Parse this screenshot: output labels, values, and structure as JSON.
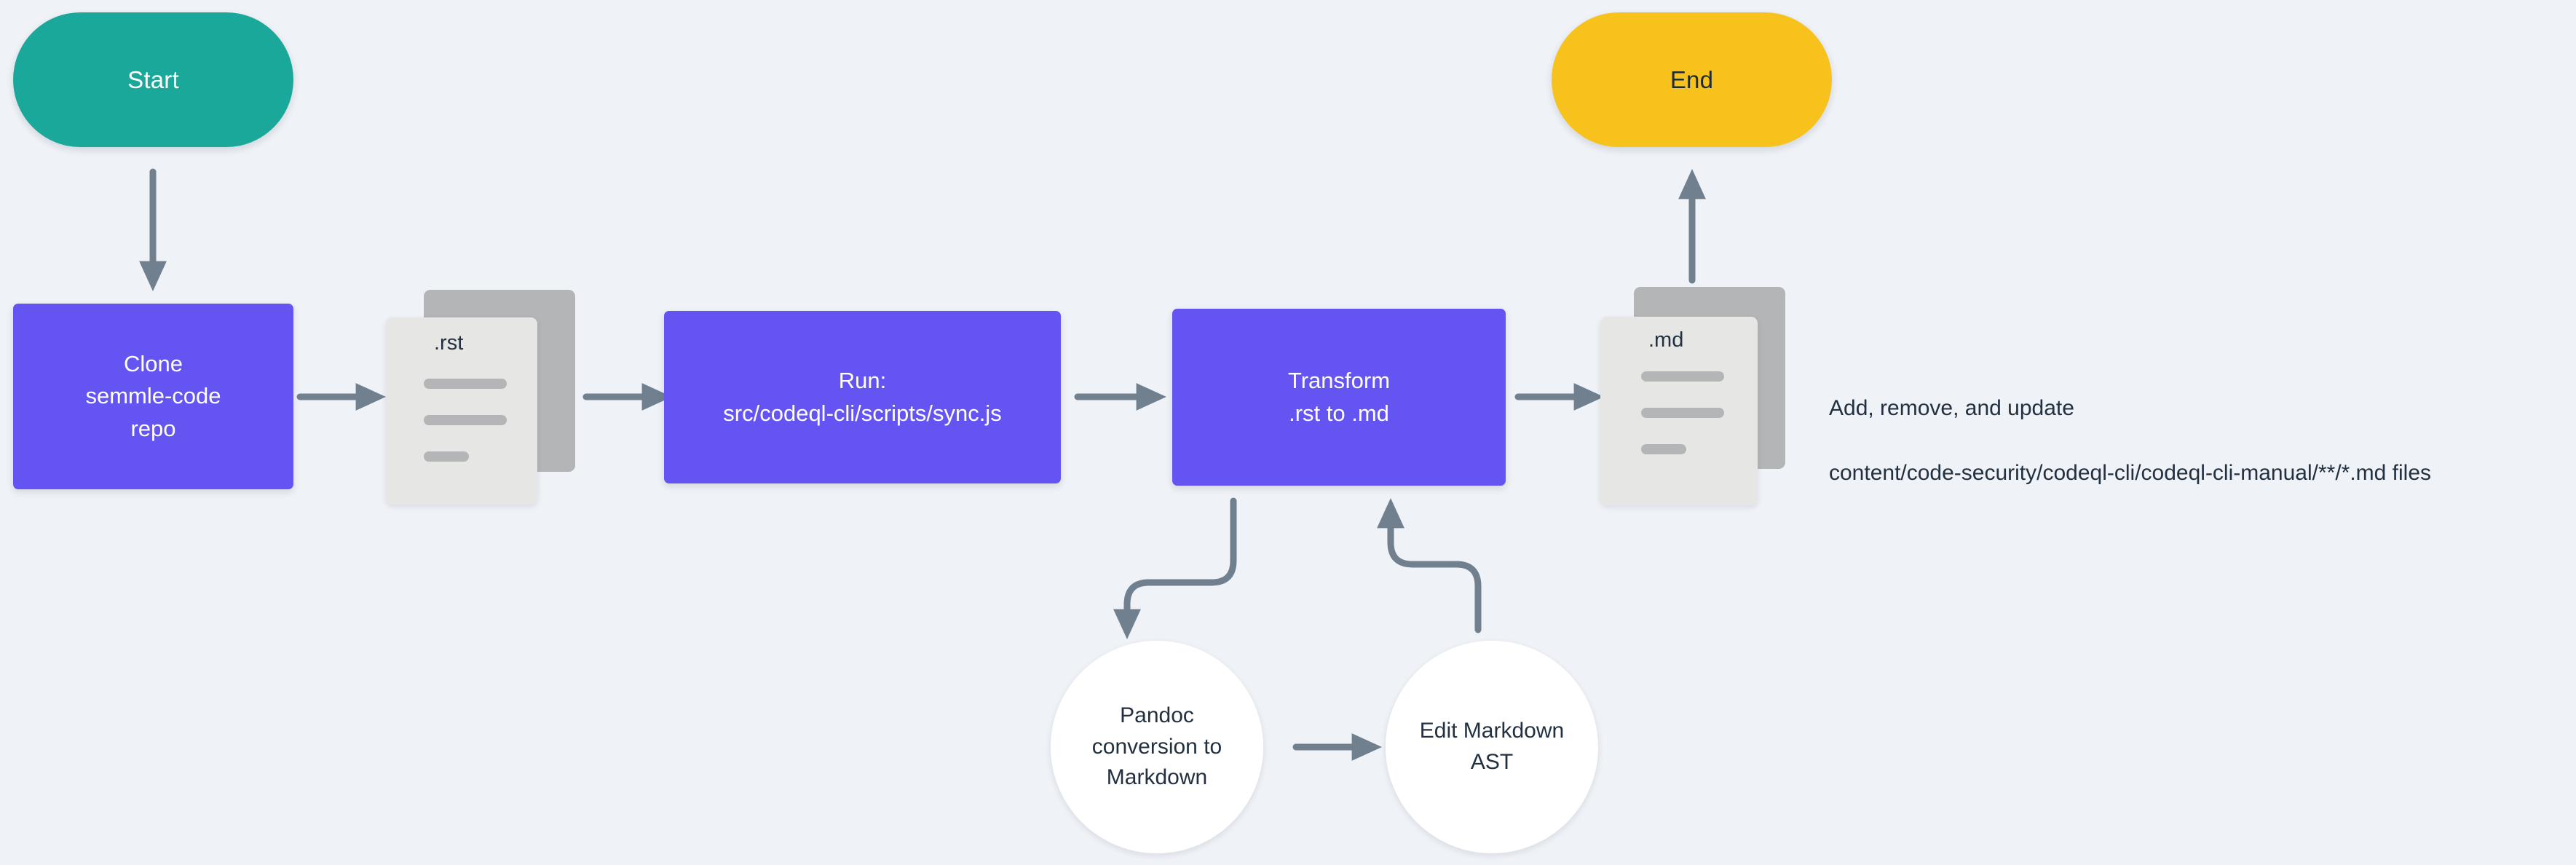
{
  "diagram": {
    "background_color": "#eff2f6",
    "edge_color": "#70808f",
    "nodes": {
      "start": {
        "label": "Start",
        "shape": "pill",
        "color": "#19A899",
        "text_color": "#ffffff"
      },
      "clone": {
        "label": "Clone\nsemmle-code\nrepo",
        "line1": "Clone",
        "line2": "semmle-code",
        "line3": "repo",
        "shape": "rect",
        "color": "#6455F3",
        "text_color": "#ffffff"
      },
      "rst_doc": {
        "label": ".rst",
        "shape": "document",
        "color": "#e6e6e5",
        "back_color": "#b4b5b6"
      },
      "run": {
        "line1": "Run:",
        "line2": "src/codeql-cli/scripts/sync.js",
        "shape": "rect",
        "color": "#6455F3",
        "text_color": "#ffffff"
      },
      "transform": {
        "line1": "Transform",
        "line2": ".rst to .md",
        "shape": "rect",
        "color": "#6455F3",
        "text_color": "#ffffff"
      },
      "md_doc": {
        "label": ".md",
        "shape": "document",
        "color": "#e6e6e5",
        "back_color": "#b4b5b6"
      },
      "end": {
        "label": "End",
        "shape": "pill",
        "color": "#F8C21C",
        "text_color": "#1c2b36"
      },
      "pandoc": {
        "line1": "Pandoc",
        "line2": "conversion to",
        "line3": "Markdown",
        "shape": "circle",
        "color": "#ffffff",
        "text_color": "#223040"
      },
      "edit_ast": {
        "line1": "Edit Markdown",
        "line2": "AST",
        "shape": "circle",
        "color": "#ffffff",
        "text_color": "#223040"
      }
    },
    "annotation": {
      "line1": "Add, remove, and update",
      "line2": "content/code-security/codeql-cli/codeql-cli-manual/**/*.md files"
    },
    "edges": [
      {
        "from": "start",
        "to": "clone",
        "direction": "down"
      },
      {
        "from": "clone",
        "to": "rst_doc",
        "direction": "right"
      },
      {
        "from": "rst_doc",
        "to": "run",
        "direction": "right"
      },
      {
        "from": "run",
        "to": "transform",
        "direction": "right"
      },
      {
        "from": "transform",
        "to": "md_doc",
        "direction": "right"
      },
      {
        "from": "md_doc",
        "to": "end",
        "direction": "up"
      },
      {
        "from": "transform",
        "to": "pandoc",
        "direction": "down-left-curve"
      },
      {
        "from": "pandoc",
        "to": "edit_ast",
        "direction": "right"
      },
      {
        "from": "edit_ast",
        "to": "transform",
        "direction": "up-left-curve"
      }
    ]
  }
}
